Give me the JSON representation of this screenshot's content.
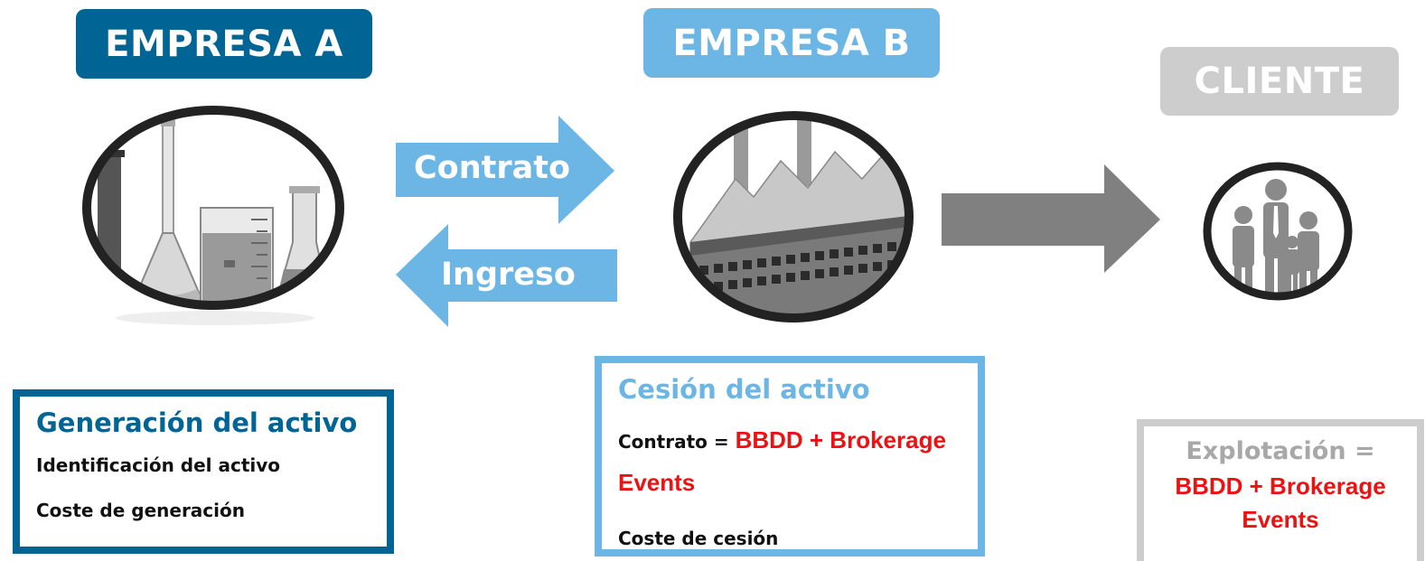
{
  "headers": {
    "a": "EMPRESA A",
    "b": "EMPRESA B",
    "c": "CLIENTE"
  },
  "arrows": {
    "contrato": "Contrato",
    "ingreso": "Ingreso"
  },
  "box_a": {
    "title": "Generación del activo",
    "line1": "Identificación del activo",
    "line2": "Coste de generación"
  },
  "box_b": {
    "title": "Cesión del activo",
    "line1_label": "Contrato = ",
    "line1_value_a": "BBDD + Brokerage",
    "line1_value_b": "Events",
    "line2": "Coste de cesión"
  },
  "box_c": {
    "title": "Explotación =",
    "value_a": "BBDD + Brokerage",
    "value_b": "Events"
  },
  "colors": {
    "dark_blue": "#006494",
    "light_blue": "#6cb6e5",
    "gray": "#cdcdcd",
    "arrow_gray": "#808080",
    "red": "#ee1111"
  },
  "icons": [
    "lab-glassware-icon",
    "factory-icon",
    "people-group-icon"
  ]
}
